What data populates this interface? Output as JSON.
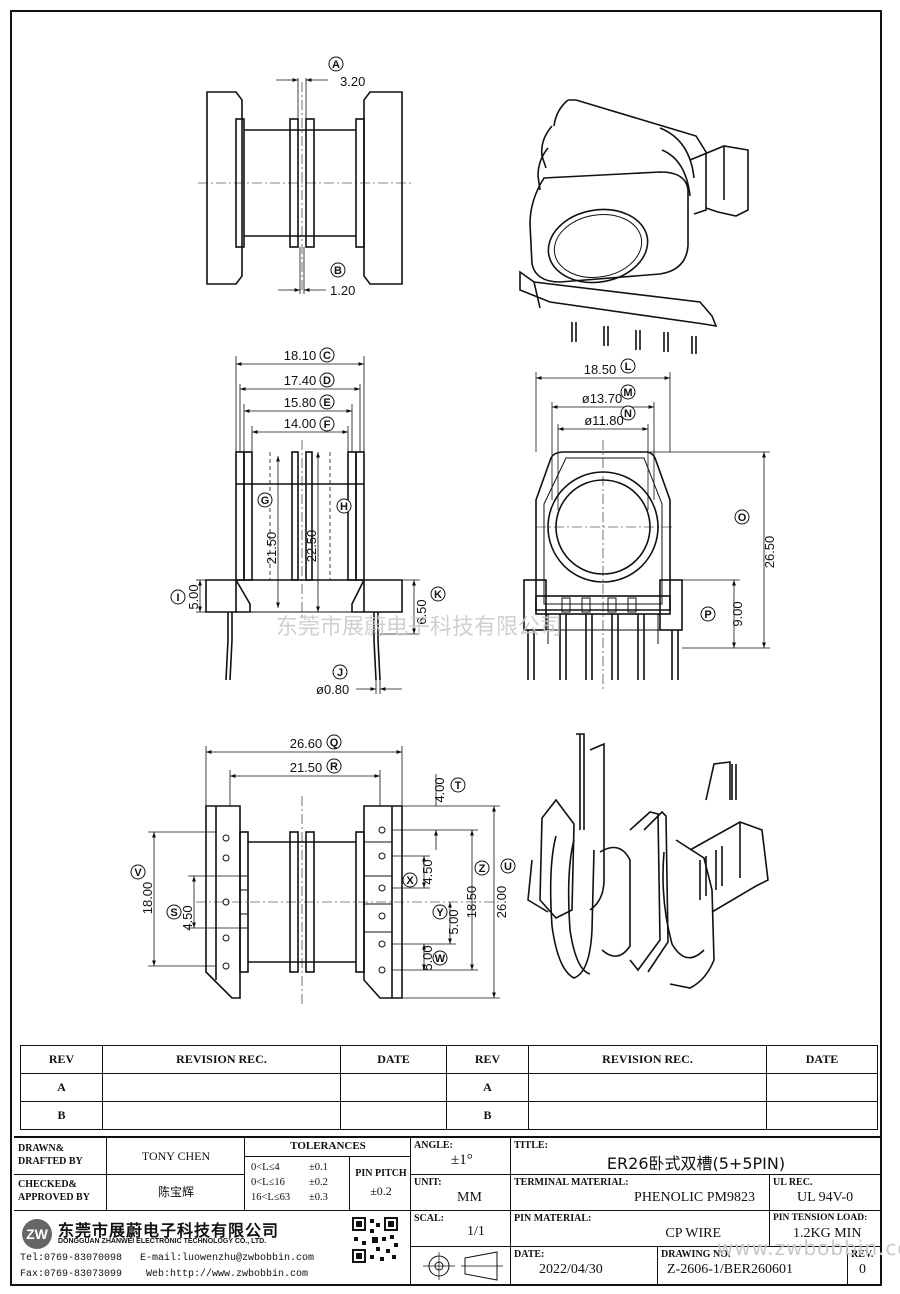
{
  "dimensions": {
    "A": {
      "letter": "A",
      "value": "3.20"
    },
    "B": {
      "letter": "B",
      "value": "1.20"
    },
    "C": {
      "letter": "C",
      "value": "18.10"
    },
    "D": {
      "letter": "D",
      "value": "17.40"
    },
    "E": {
      "letter": "E",
      "value": "15.80"
    },
    "F": {
      "letter": "F",
      "value": "14.00"
    },
    "G": {
      "letter": "G",
      "value": "21.50"
    },
    "H": {
      "letter": "H",
      "value": "22.50"
    },
    "I": {
      "letter": "I",
      "value": "5.00"
    },
    "J": {
      "letter": "J",
      "value": "ø0.80"
    },
    "K": {
      "letter": "K",
      "value": "6.50"
    },
    "L": {
      "letter": "L",
      "value": "18.50"
    },
    "M": {
      "letter": "M",
      "value": "ø13.70"
    },
    "N": {
      "letter": "N",
      "value": "ø11.80"
    },
    "O": {
      "letter": "O",
      "value": "26.50"
    },
    "P": {
      "letter": "P",
      "value": "9.00"
    },
    "Q": {
      "letter": "Q",
      "value": "26.60"
    },
    "R": {
      "letter": "R",
      "value": "21.50"
    },
    "T": {
      "letter": "T",
      "value": "4.00"
    },
    "U": {
      "letter": "U",
      "value": "26.00"
    },
    "V": {
      "letter": "V",
      "value": "18.00"
    },
    "S": {
      "letter": "S",
      "value": "4.50"
    },
    "X": {
      "letter": "X",
      "value": "4.50"
    },
    "Y": {
      "letter": "Y",
      "value": "5.00"
    },
    "Z": {
      "letter": "Z",
      "value": "18.50"
    },
    "W": {
      "letter": "W",
      "value": "5.00"
    }
  },
  "watermark": {
    "company": "东莞市展蔚电子科技有限公司",
    "url": "www.zwbobbin.com"
  },
  "revision_table": {
    "headers": [
      "REV",
      "REVISION REC.",
      "DATE",
      "REV",
      "REVISION REC.",
      "DATE"
    ],
    "rows": [
      [
        "A",
        "",
        "",
        "A",
        "",
        ""
      ],
      [
        "B",
        "",
        "",
        "B",
        "",
        ""
      ]
    ]
  },
  "title_block": {
    "drawn_label": "DRAWN&\nDRAFTED BY",
    "drawn_value": "TONY CHEN",
    "checked_label": "CHECKED&\nAPPROVED BY",
    "checked_value": "陈宝辉",
    "tolerances_label": "TOLERANCES",
    "tolerance_rows": [
      {
        "range": "0<L≤4",
        "tol": "±0.1"
      },
      {
        "range": "0<L≤16",
        "tol": "±0.2"
      },
      {
        "range": "16<L≤63",
        "tol": "±0.3"
      }
    ],
    "pin_pitch_label": "PIN PITCH",
    "pin_pitch_value": "±0.2",
    "angle_label": "ANGLE:",
    "angle_value": "±1°",
    "unit_label": "UNIT:",
    "unit_value": "MM",
    "scale_label": "SCAL:",
    "scale_value": "1/1",
    "title_label": "TITLE:",
    "title_value": "ER26卧式双槽(5+5PIN)",
    "terminal_material_label": "TERMINAL MATERIAL:",
    "terminal_material_value": "PHENOLIC PM9823",
    "ul_rec_label": "UL REC.",
    "ul_rec_value": "UL 94V-0",
    "pin_material_label": "PIN MATERIAL:",
    "pin_material_value": "CP WIRE",
    "pin_tension_label": "PIN TENSION LOAD:",
    "pin_tension_value": "1.2KG MIN",
    "date_label": "DATE:",
    "date_value": "2022/04/30",
    "drawing_no_label": "DRAWING NO.",
    "drawing_no_value": "Z-2606-1/BER260601",
    "rev_label": "REV.",
    "rev_value": "0",
    "company_cn": "东莞市展蔚电子科技有限公司",
    "company_en": "DONGGUAN ZHANWEI ELECTRONIC TECHNOLOGY CO., LTD.",
    "tel": "Tel:0769-83070098",
    "email": "E-mail:luowenzhu@zwbobbin.com",
    "fax": "Fax:0769-83073099",
    "web": "Web:http://www.zwbobbin.com",
    "logo_text": "ZW"
  }
}
